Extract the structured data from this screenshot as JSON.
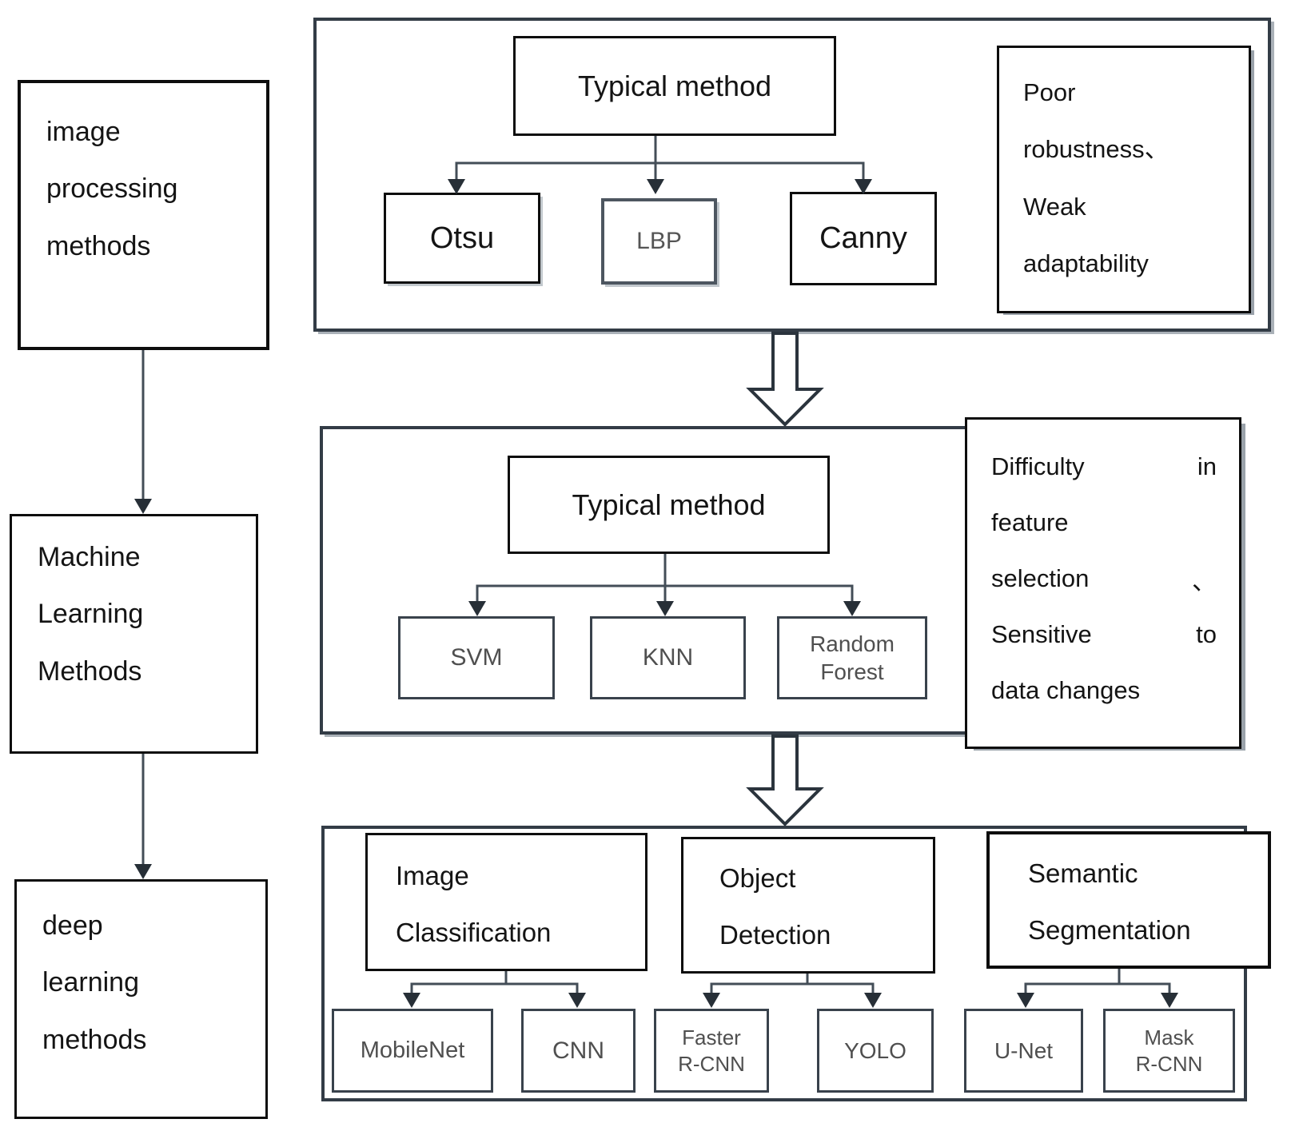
{
  "left_column": {
    "image_processing": "image\nprocessing\nmethods",
    "machine_learning": "Machine\nLearning\nMethods",
    "deep_learning": "deep\nlearning\nmethods"
  },
  "top_section": {
    "typical_method_label": "Typical method",
    "methods": [
      "Otsu",
      "LBP",
      "Canny"
    ],
    "note": "Poor\nrobustness、\nWeak\nadaptability"
  },
  "middle_section": {
    "typical_method_label": "Typical method",
    "methods": [
      "SVM",
      "KNN",
      "Random\nForest"
    ],
    "note_lines": [
      [
        "Difficulty",
        "in"
      ],
      [
        "feature",
        ""
      ],
      [
        "selection",
        "、"
      ],
      [
        "Sensitive",
        "to"
      ],
      [
        "data changes",
        ""
      ]
    ]
  },
  "bottom_section": {
    "groups": [
      {
        "title": "Image\nClassification",
        "methods": [
          "MobileNet",
          "CNN"
        ]
      },
      {
        "title": "Object\nDetection",
        "methods": [
          "Faster\nR-CNN",
          "YOLO"
        ]
      },
      {
        "title": "Semantic\nSegmentation",
        "methods": [
          "U-Net",
          "Mask\nR-CNN"
        ]
      }
    ]
  },
  "colors": {
    "box_border_black": "#0d0d0d",
    "container_border": "#333c46",
    "leaf_border": "#39424c",
    "leaf_text": "#4f4f4f",
    "connector": "#434d57",
    "arrowhead": "#272f37"
  }
}
